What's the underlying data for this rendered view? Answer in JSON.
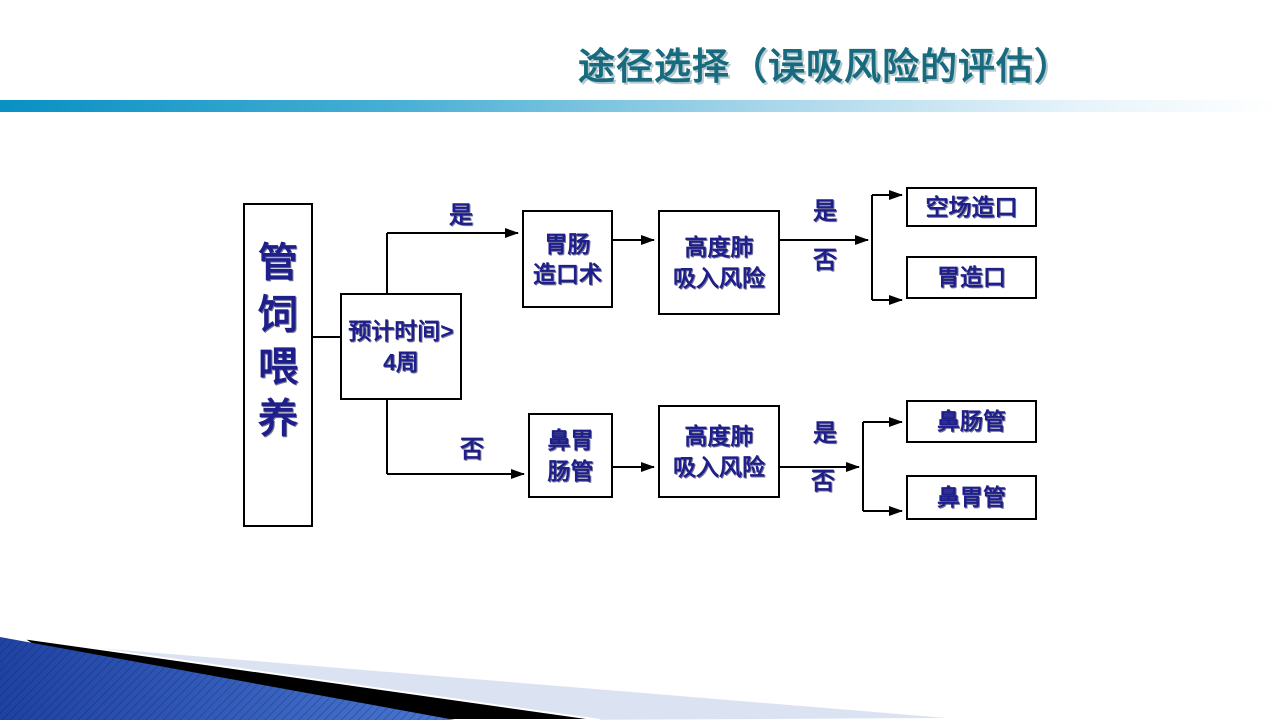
{
  "header": {
    "title": "途径选择（误吸风险的评估）",
    "title_color": "#186b7e"
  },
  "flowchart": {
    "text_color": "#1e1e8c",
    "root": {
      "label": "管饲喂养",
      "chars": [
        "管",
        "饲",
        "喂",
        "养"
      ]
    },
    "decision": {
      "line1": "预计时间>",
      "line2": "4周"
    },
    "branch_yes_label": "是",
    "branch_no_label": "否",
    "top_path": {
      "step1": {
        "line1": "胃肠",
        "line2": "造口术"
      },
      "step2": {
        "line1": "高度肺",
        "line2": "吸入风险"
      },
      "yes_label": "是",
      "no_label": "否",
      "outcome_yes": "空场造口",
      "outcome_no": "胃造口"
    },
    "bottom_path": {
      "step1": {
        "line1": "鼻胃",
        "line2": "肠管"
      },
      "step2": {
        "line1": "高度肺",
        "line2": "吸入风险"
      },
      "yes_label": "是",
      "no_label": "否",
      "outcome_yes": "鼻肠管",
      "outcome_no": "鼻胃管"
    }
  },
  "decoration": {
    "band_gradient": [
      "#0990c4",
      "#a8d6ea",
      "#ffffff"
    ],
    "wedge_blue_dark": "#1e41a2",
    "wedge_blue_light": "#4a78d2",
    "wedge_black": "#000000",
    "wedge_lavender": "#dbe3f3"
  }
}
